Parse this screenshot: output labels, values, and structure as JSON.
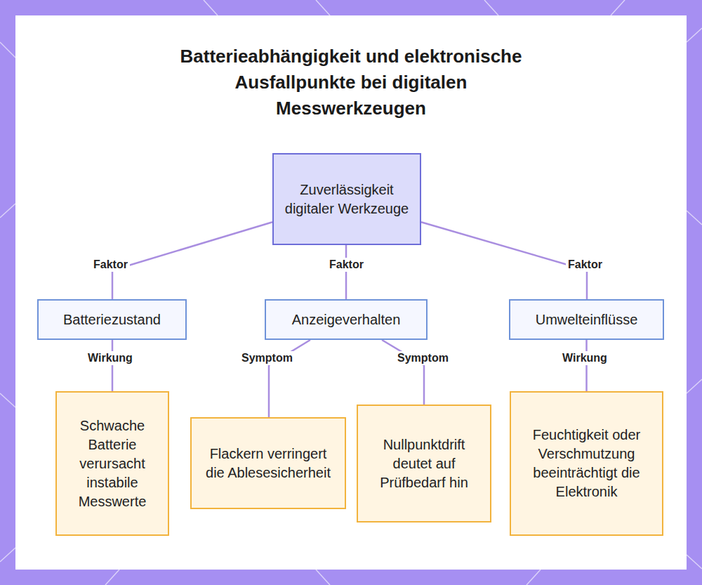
{
  "diagram": {
    "title": "Batterieabhängigkeit und elektronische Ausfallpunkte bei digitalen Messwerkzeugen",
    "nodes": [
      {
        "text": [
          "Zuverlässigkeit digitaler Werkzeuge"
        ]
      },
      {
        "text": [
          "Batteriezustand"
        ]
      },
      {
        "text": [
          "Anzeigeverhalten"
        ]
      },
      {
        "text": [
          "Umwelteinflüsse"
        ]
      },
      {
        "text": [
          "Schwache Batterie verursacht instabile Messwerte"
        ]
      },
      {
        "text": [
          "Flackern verringert die Ablesesicherheit"
        ]
      },
      {
        "text": [
          "Nullpunktdrift deutet auf Prüfbedarf hin"
        ]
      },
      {
        "text": [
          "Feuchtigkeit oder Verschmutzung beeinträchtigt die Elektronik"
        ]
      }
    ],
    "edges": [
      {
        "from": 0,
        "to": 1,
        "label": "Faktor",
        "arrow": "none"
      },
      {
        "from": 0,
        "to": 2,
        "label": "Faktor",
        "arrow": "none"
      },
      {
        "from": 0,
        "to": 3,
        "label": "Faktor",
        "arrow": "none"
      },
      {
        "from": 1,
        "to": 4,
        "label": "Wirkung",
        "arrow": "none"
      },
      {
        "from": 2,
        "to": 5,
        "label": "Symptom",
        "arrow": "none"
      },
      {
        "from": 2,
        "to": 6,
        "label": "Symptom",
        "arrow": "none"
      },
      {
        "from": 3,
        "to": 7,
        "label": "Wirkung",
        "arrow": "none"
      }
    ]
  }
}
